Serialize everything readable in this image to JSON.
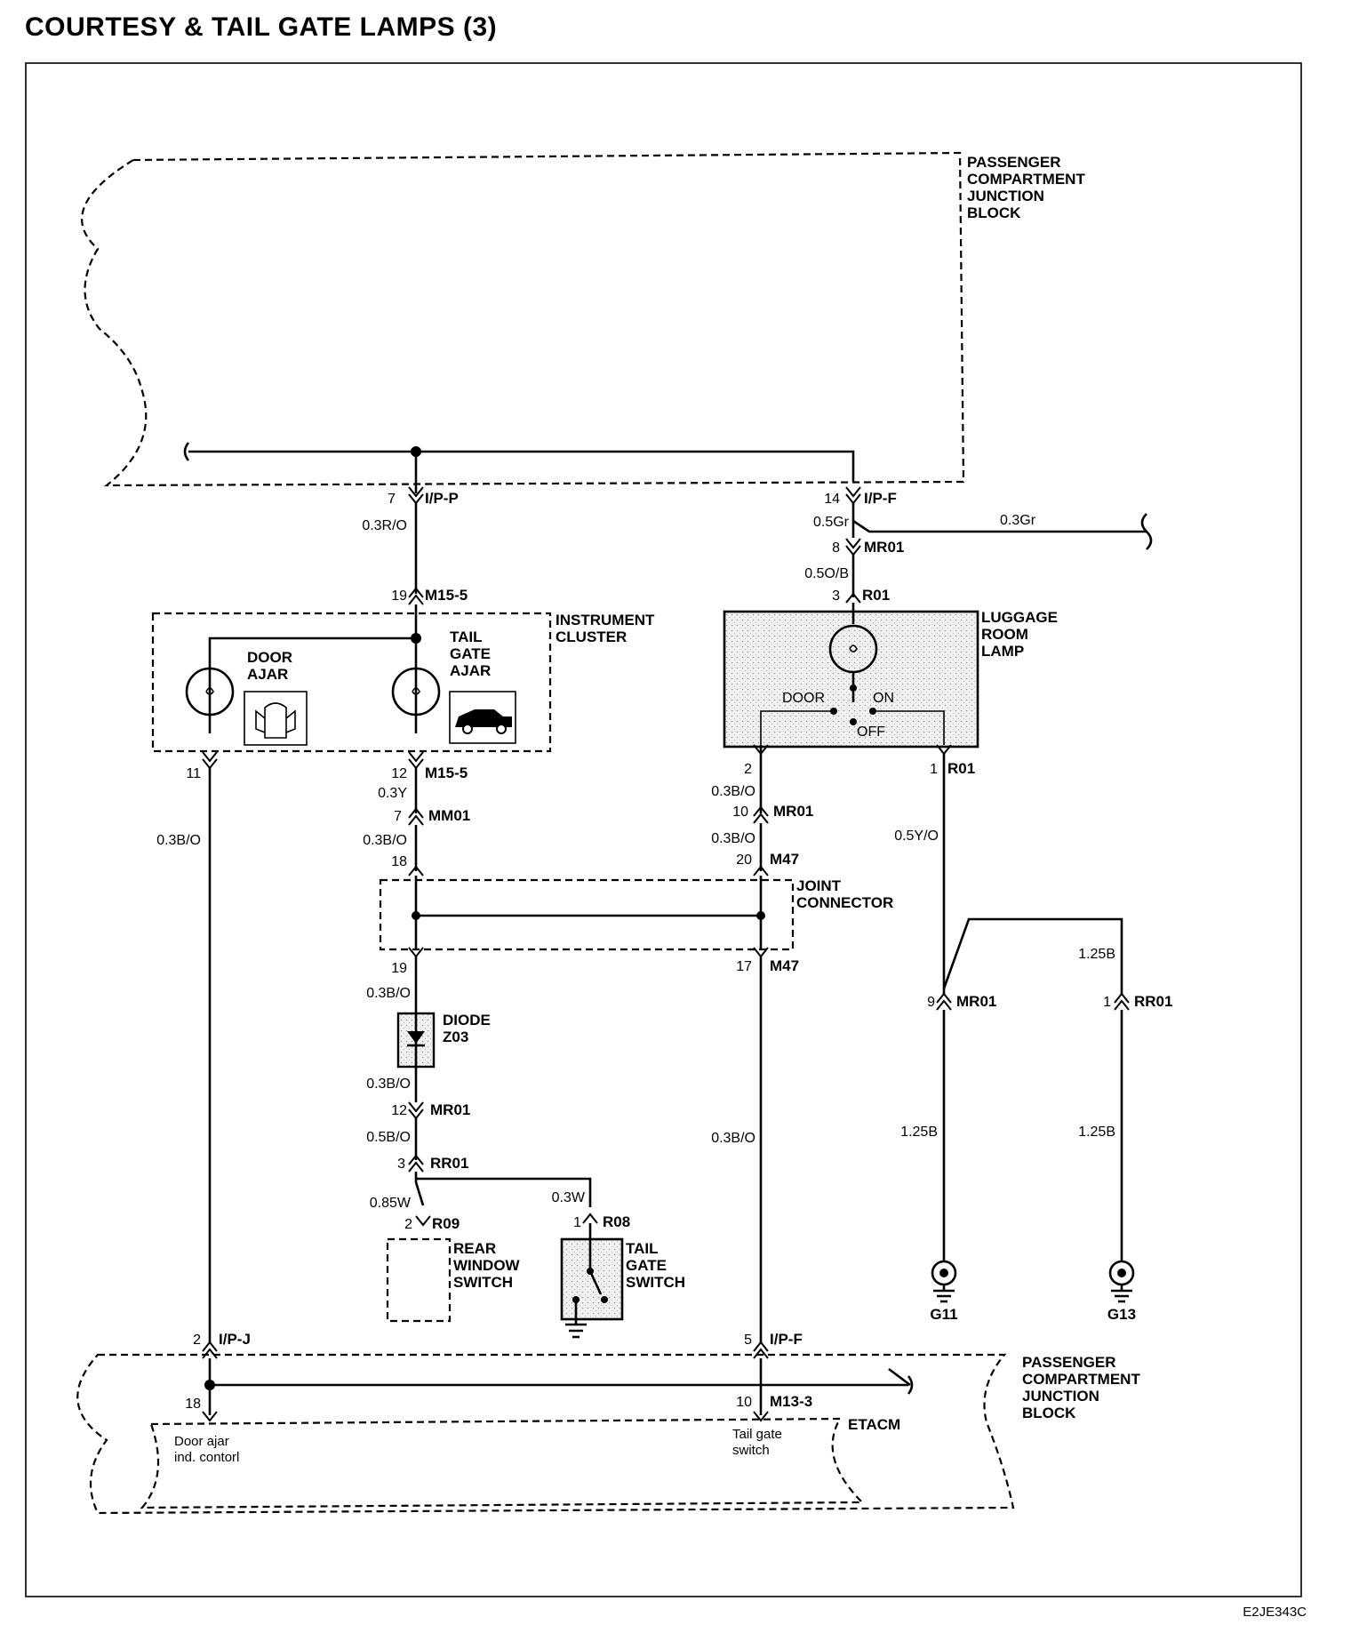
{
  "title": "COURTESY & TAIL GATE LAMPS (3)",
  "doc_code": "E2JE343C",
  "blocks": {
    "pcjb_top": [
      "PASSENGER",
      "COMPARTMENT",
      "JUNCTION",
      "BLOCK"
    ],
    "pcjb_bottom": [
      "PASSENGER",
      "COMPARTMENT",
      "JUNCTION",
      "BLOCK"
    ],
    "instrument_cluster": [
      "INSTRUMENT",
      "CLUSTER"
    ],
    "luggage_room_lamp": [
      "LUGGAGE",
      "ROOM",
      "LAMP"
    ],
    "joint_connector": [
      "JOINT",
      "CONNECTOR"
    ],
    "diode": [
      "DIODE",
      "Z03"
    ],
    "rear_window_switch": [
      "REAR",
      "WINDOW",
      "SWITCH"
    ],
    "tail_gate_switch": [
      "TAIL",
      "GATE",
      "SWITCH"
    ],
    "etacm": "ETACM",
    "door_ajar": [
      "DOOR",
      "AJAR"
    ],
    "tail_gate_ajar": [
      "TAIL",
      "GATE",
      "AJAR"
    ],
    "lamp_switch": {
      "door": "DOOR",
      "on": "ON",
      "off": "OFF"
    },
    "etacm_inputs": {
      "door_ajar": [
        "Door ajar",
        "ind. contorl"
      ],
      "tail_gate": [
        "Tail gate",
        "switch"
      ]
    }
  },
  "connectors": {
    "c_ipp": "I/P-P",
    "p_ipp": "7",
    "c_ipf": "I/P-F",
    "p_ipf": "14",
    "c_mr01_a": "MR01",
    "p_mr01_a": "8",
    "c_r01_a": "R01",
    "p_r01_a": "3",
    "c_m155_a": "M15-5",
    "p_m155_a": "19",
    "p_ic_11": "11",
    "c_m155_b": "M15-5",
    "p_m155_b": "12",
    "c_mm01": "MM01",
    "p_mm01": "7",
    "p_jc_18": "18",
    "p_jc_19": "19",
    "p_lamp_2": "2",
    "c_r01_b": "R01",
    "p_r01_b": "1",
    "c_mr01_b": "MR01",
    "p_mr01_b": "10",
    "c_m47_a": "M47",
    "p_m47_a": "20",
    "c_m47_b": "M47",
    "p_m47_b": "17",
    "c_mr01_c": "MR01",
    "p_mr01_c": "9",
    "c_rr01_a": "RR01",
    "p_rr01_a": "1",
    "c_mr01_d": "MR01",
    "p_mr01_d": "12",
    "c_rr01_b": "RR01",
    "p_rr01_b": "3",
    "c_r09": "R09",
    "p_r09": "2",
    "c_r08": "R08",
    "p_r08": "1",
    "c_ipj": "I/P-J",
    "p_ipj": "2",
    "c_ipf_b": "I/P-F",
    "p_ipf_b": "5",
    "c_m133": "M13-3",
    "p_m133": "10",
    "p_etacm_18": "18"
  },
  "wires": {
    "w1": "0.3R/O",
    "w2": "0.5Gr",
    "w3": "0.3Gr",
    "w4": "0.5O/B",
    "w5": "0.3B/O",
    "w6": "0.3Y",
    "w7": "0.3B/O",
    "w8": "0.3B/O",
    "w9": "0.3B/O",
    "w10": "0.3B/O",
    "w11": "0.5Y/O",
    "w12": "1.25B",
    "w13": "0.3B/O",
    "w14": "0.3B/O",
    "w15": "0.5B/O",
    "w16": "0.85W",
    "w17": "0.3W",
    "w18": "0.3B/O",
    "w19": "1.25B",
    "w20": "1.25B"
  },
  "grounds": {
    "g11": "G11",
    "g13": "G13"
  }
}
